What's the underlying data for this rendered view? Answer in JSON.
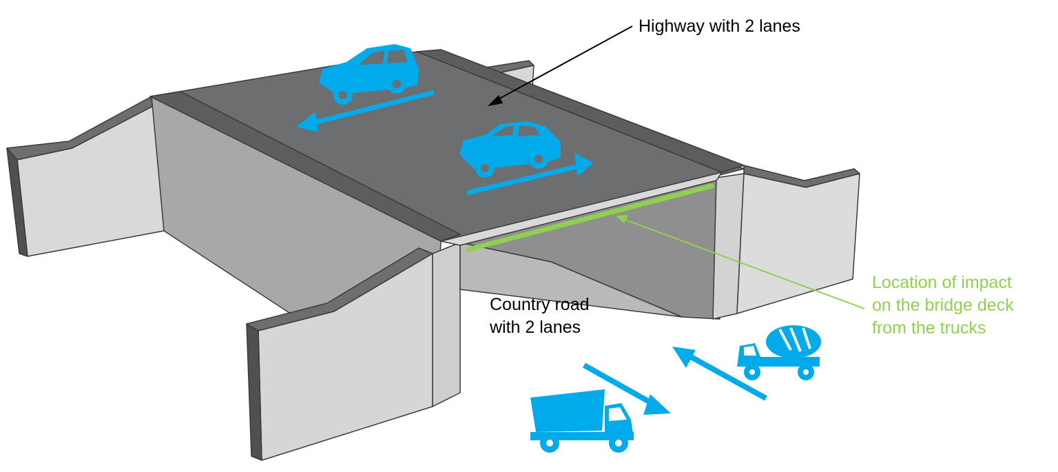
{
  "labels": {
    "highway": "Highway with 2 lanes",
    "country_road": [
      "Country road",
      "with 2 lanes"
    ],
    "impact": [
      "Location of impact",
      "on the bridge deck",
      "from the trucks"
    ]
  },
  "colors": {
    "vehicle_blue": "#00aaeb",
    "impact_green": "#8fd14f",
    "text_black": "#000000",
    "deck_dark": "#6c6e70",
    "concrete_light": "#d7d7d7",
    "concrete_mid": "#a9a9a9",
    "edge_dark": "#4a4a4c"
  },
  "icons": {
    "cars": [
      "car-icon",
      "car-icon"
    ],
    "trucks": [
      "dump-truck-icon",
      "cement-mixer-truck-icon"
    ],
    "arrows": [
      "direction-arrow-icon"
    ]
  }
}
